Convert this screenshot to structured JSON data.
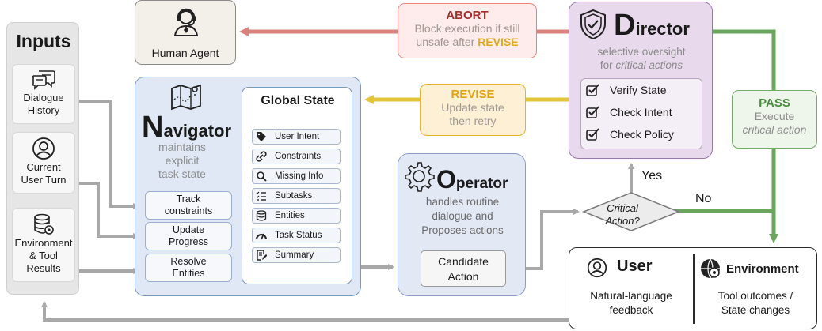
{
  "inputs": {
    "title": "Inputs",
    "items": [
      {
        "line1": "Dialogue",
        "line2": "History",
        "icon": "chat-icon"
      },
      {
        "line1": "Current",
        "line2": "User Turn",
        "icon": "user-icon"
      },
      {
        "line1": "Environment",
        "line2": "& Tool",
        "line3": "Results",
        "icon": "database-gear-icon"
      }
    ]
  },
  "human_agent": {
    "label": "Human Agent",
    "icon": "headset-agent-icon"
  },
  "abort": {
    "title": "ABORT",
    "line1": "Block execution if still",
    "line2": "unsafe after",
    "revise": "REVISE"
  },
  "director": {
    "initial": "D",
    "rest": "irector",
    "sub1": "selective oversight",
    "sub2_prefix": "for",
    "sub2_em": "critical actions",
    "checks": [
      "Verify State",
      "Check Intent",
      "Check Policy"
    ]
  },
  "revise": {
    "title": "REVISE",
    "line1": "Update state",
    "line2": "then retry"
  },
  "pass": {
    "title": "PASS",
    "line1": "Execute",
    "line2": "critical action"
  },
  "navigator": {
    "initial": "N",
    "rest": "avigator",
    "sub": [
      "maintains",
      "explicit",
      "task state"
    ],
    "actions": [
      {
        "line1": "Track",
        "line2": "constraints"
      },
      {
        "line1": "Update",
        "line2": "Progress"
      },
      {
        "line1": "Resolve",
        "line2": "Entities"
      }
    ]
  },
  "global_state": {
    "title": "Global State",
    "items": [
      {
        "label": "User Intent",
        "icon": "tag-icon"
      },
      {
        "label": "Constraints",
        "icon": "link-icon"
      },
      {
        "label": "Missing Info",
        "icon": "magnifier-icon"
      },
      {
        "label": "Subtasks",
        "icon": "checklist-icon"
      },
      {
        "label": "Entities",
        "icon": "stack-icon"
      },
      {
        "label": "Task Status",
        "icon": "gauge-icon"
      },
      {
        "label": "Summary",
        "icon": "note-icon"
      }
    ]
  },
  "operator": {
    "initial": "O",
    "rest": "perator",
    "sub": [
      "handles routine",
      "dialogue and",
      "Proposes actions"
    ],
    "candidate": {
      "line1": "Candidate",
      "line2": "Action"
    }
  },
  "decision": {
    "line1": "Critical",
    "line2": "Action?",
    "yes": "Yes",
    "no": "No"
  },
  "user": {
    "title": "User",
    "line1": "Natural-language",
    "line2": "feedback"
  },
  "environment": {
    "title": "Environment",
    "line1": "Tool outcomes /",
    "line2": "State changes"
  },
  "colors": {
    "abort": "#d9837b",
    "revise": "#e3c43a",
    "pass": "#6aa65e",
    "flow": "#a8a8a8"
  }
}
